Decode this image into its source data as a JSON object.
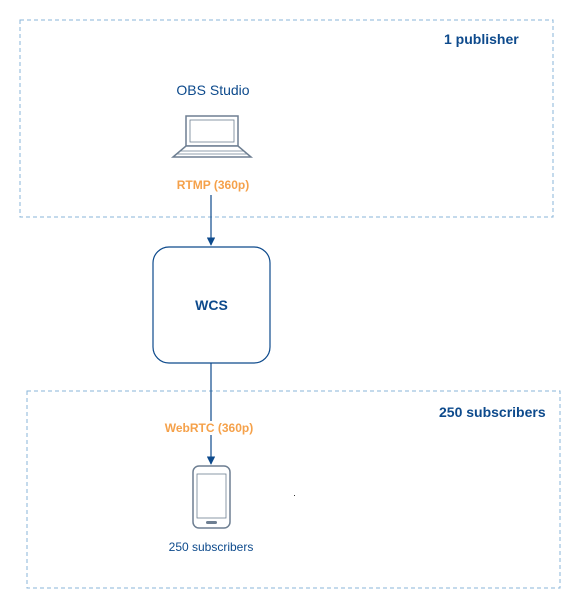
{
  "publisher_group": {
    "label": "1 publisher",
    "source_name": "OBS Studio",
    "source_icon": "laptop-icon"
  },
  "server": {
    "label": "WCS"
  },
  "edges": {
    "ingest_label": "RTMP (360p)",
    "delivery_label": "WebRTC (360p)"
  },
  "subscriber_group": {
    "label": "250 subscribers",
    "device_name": "250 subscribers",
    "device_icon": "smartphone-icon"
  },
  "colors": {
    "border": "#8ab4d8",
    "node_stroke": "#0d4a8c",
    "text": "#0d4a8c",
    "edge_label": "#f5a14a",
    "icon_stroke": "#6e7f92",
    "icon_fill": "#ffffff"
  }
}
